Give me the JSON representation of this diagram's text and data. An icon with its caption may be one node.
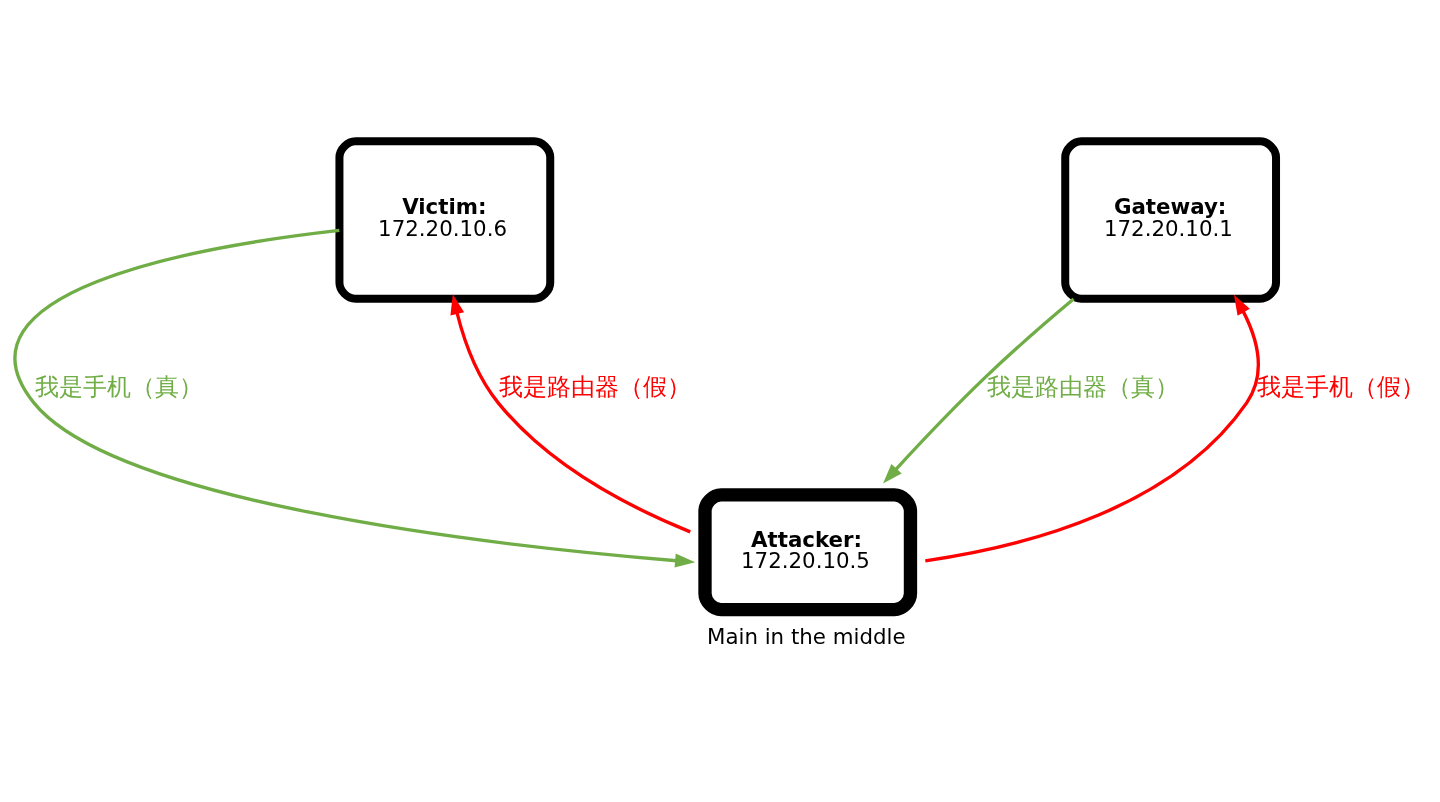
{
  "diagram": {
    "nodes": [
      {
        "text": [
          "Victim:",
          "172.20.10.6"
        ]
      },
      {
        "text": [
          "Gateway:",
          "172.20.10.1"
        ]
      },
      {
        "text": [
          "Attacker:",
          "172.20.10.5"
        ],
        "beside": [
          "Main in the middle"
        ]
      }
    ],
    "edges": [
      {
        "from": 0,
        "to": 2,
        "arrow": "to",
        "label": "我是手机（真）",
        "color": "#70ad47"
      },
      {
        "from": 2,
        "to": 0,
        "arrow": "to",
        "label": "我是路由器（假）",
        "color": "#ff0000"
      },
      {
        "from": 1,
        "to": 2,
        "arrow": "to",
        "label": "我是路由器（真）",
        "color": "#70ad47"
      },
      {
        "from": 2,
        "to": 1,
        "arrow": "to",
        "label": "我是手机（假）",
        "color": "#ff0000"
      }
    ]
  }
}
